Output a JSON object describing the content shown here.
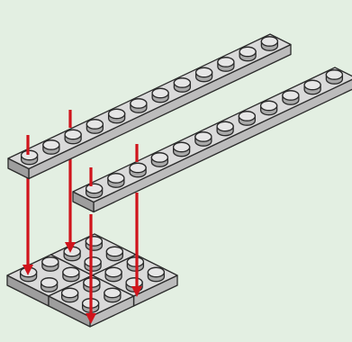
{
  "colors": {
    "background": "#e3efe2",
    "brick_top": "#dadada",
    "brick_left": "#bcbcbc",
    "brick_right": "#9e9e9e",
    "stud_top": "#e6e6e6",
    "stud_side": "#a9a9a9",
    "outline": "#2b2b2b",
    "arrow": "#d0141c"
  },
  "icons": {
    "plate": "lego-plate-icon",
    "stud": "lego-stud-icon",
    "arrow": "down-arrow-icon"
  },
  "diagram": {
    "upper_plate": {
      "kind": "1x12 plate",
      "studs": 12
    },
    "lower_plate": {
      "kind": "1x12 plate",
      "studs": 12
    },
    "base": {
      "kind": "2x2 plates",
      "count": 4,
      "grid": [
        2,
        2
      ],
      "studs_each": 4
    },
    "arrows": [
      {
        "from": "upper_plate",
        "to": "base"
      },
      {
        "from": "upper_plate",
        "to": "base"
      },
      {
        "from": "lower_plate",
        "to": "base"
      },
      {
        "from": "lower_plate",
        "to": "base"
      }
    ]
  }
}
